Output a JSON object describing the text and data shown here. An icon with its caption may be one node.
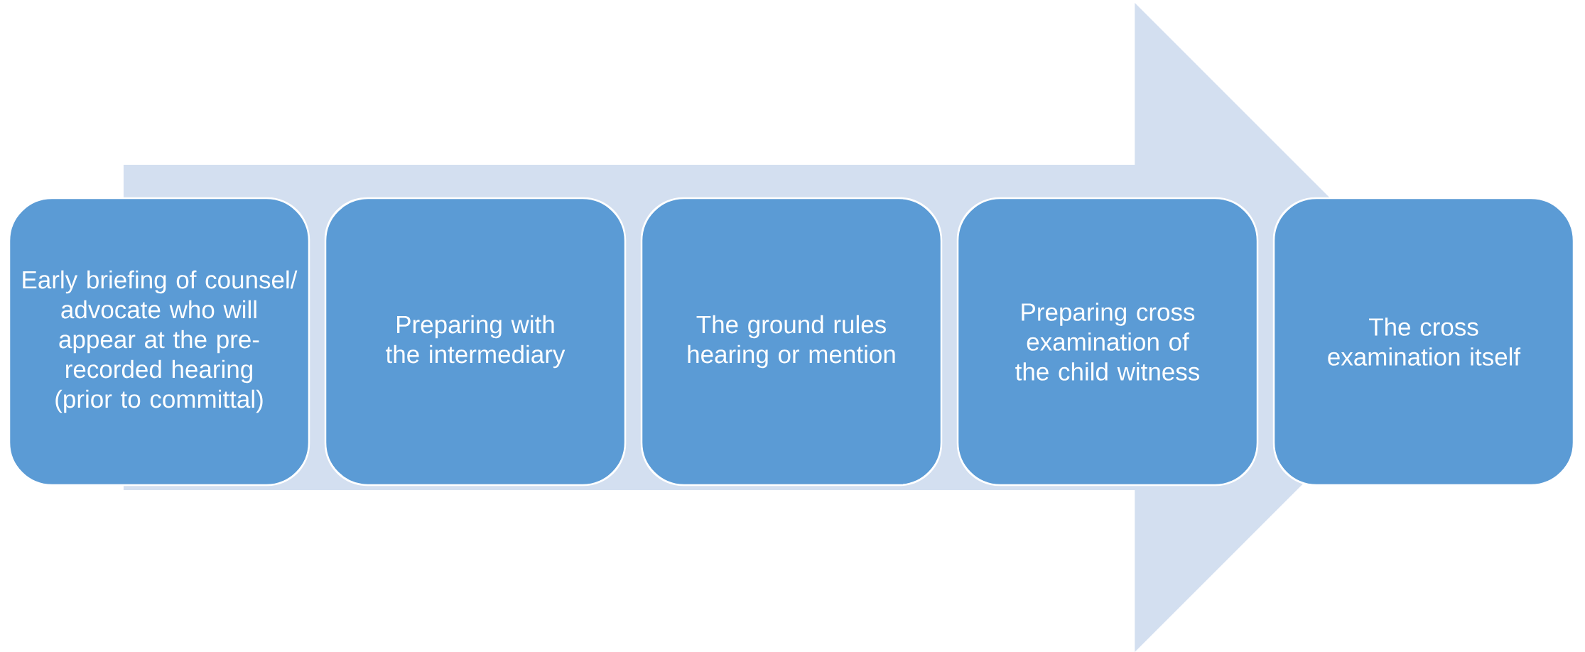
{
  "diagram": {
    "nodes": [
      {
        "text": [
          "Early briefing of counsel/ advocate who will appear at the pre-recorded hearing (prior to committal)"
        ]
      },
      {
        "text": [
          "Preparing with the intermediary"
        ]
      },
      {
        "text": [
          "The ground rules hearing or mention"
        ]
      },
      {
        "text": [
          "Preparing cross examination of the child witness"
        ]
      },
      {
        "text": [
          "The cross examination itself"
        ]
      }
    ],
    "edges": [
      {
        "from": 0,
        "to": 4,
        "arrow": "to"
      }
    ]
  }
}
